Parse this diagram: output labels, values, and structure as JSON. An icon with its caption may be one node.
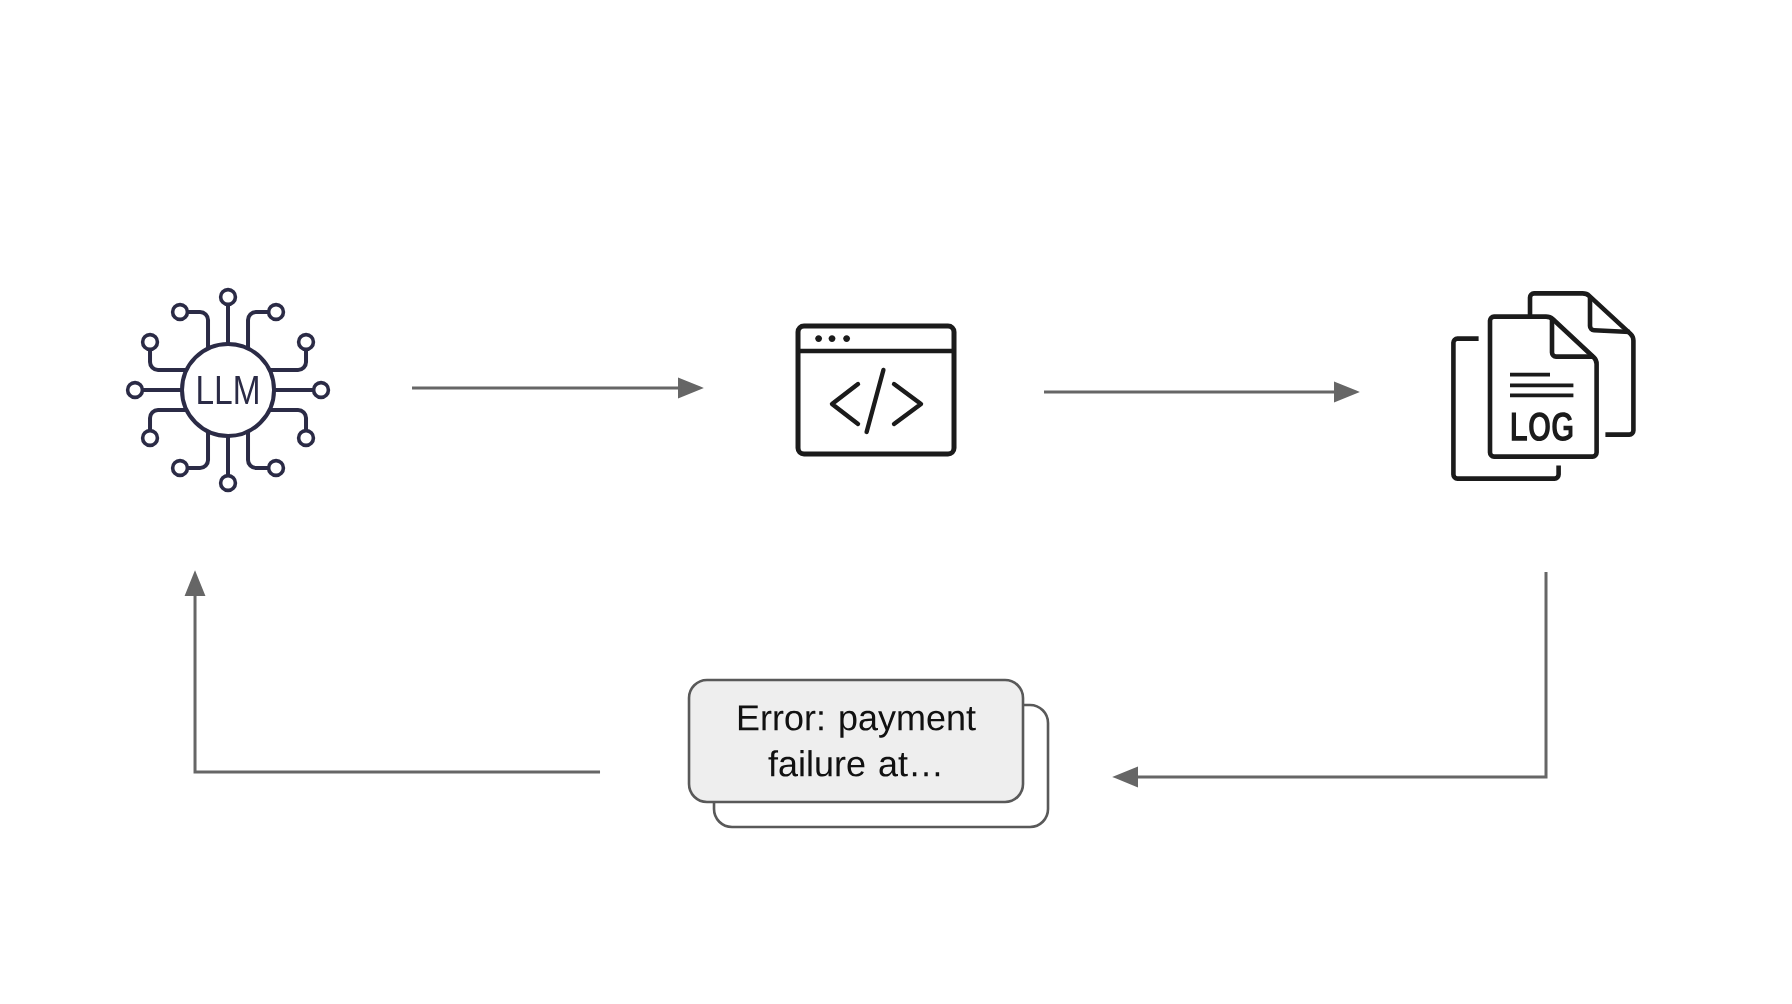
{
  "diagram": {
    "nodes": [
      {
        "text": [
          "LLM"
        ]
      },
      {
        "text": [],
        "shape": "picture"
      },
      {
        "text": [
          "LOG"
        ]
      },
      {
        "text": [
          "Error: payment failure at…"
        ]
      }
    ],
    "edges": [
      {
        "from": 0,
        "to": 1,
        "arrow": "to"
      },
      {
        "from": 1,
        "to": 2,
        "arrow": "to"
      },
      {
        "from": 2,
        "to": 3,
        "arrow": "to"
      },
      {
        "from": 3,
        "to": 0,
        "arrow": "to"
      }
    ]
  }
}
